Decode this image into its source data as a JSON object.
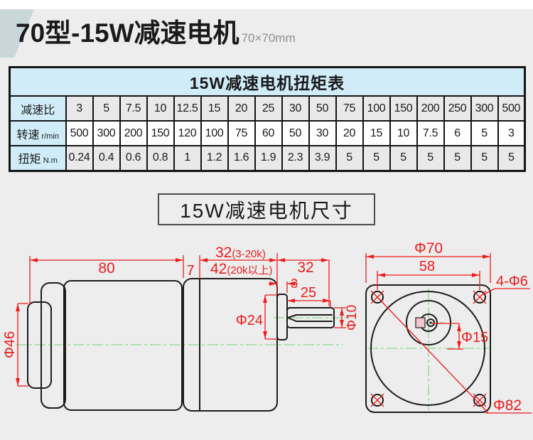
{
  "page": {
    "title": "70型-15W减速电机",
    "size_label": "70×70mm"
  },
  "torque_table": {
    "title": "15W减速电机扭矩表",
    "rows": [
      {
        "label": "减速比",
        "unit": "",
        "values": [
          "3",
          "5",
          "7.5",
          "10",
          "12.5",
          "15",
          "20",
          "25",
          "30",
          "50",
          "75",
          "100",
          "150",
          "200",
          "250",
          "300",
          "500"
        ]
      },
      {
        "label": "转速",
        "unit": "r/min",
        "values": [
          "500",
          "300",
          "200",
          "150",
          "120",
          "100",
          "75",
          "60",
          "50",
          "30",
          "20",
          "15",
          "10",
          "7.5",
          "6",
          "5",
          "3"
        ]
      },
      {
        "label": "扭矩",
        "unit": "N.m",
        "values": [
          "0.24",
          "0.4",
          "0.6",
          "0.8",
          "1",
          "1.2",
          "1.6",
          "1.9",
          "2.3",
          "3.9",
          "5",
          "5",
          "5",
          "5",
          "5",
          "5",
          "5"
        ]
      }
    ]
  },
  "dimensions_section": {
    "title": "15W减速电机尺寸"
  },
  "drawing": {
    "side_view": {
      "body_length": "80",
      "flange_width": "7",
      "gearbox_short": {
        "value": "32",
        "note": "(3-20k)"
      },
      "gearbox_long": {
        "value": "42",
        "note": "(20k以上)"
      },
      "front_length": "32",
      "boss_step": "3",
      "shaft_length": "25",
      "boss_diameter": "Φ24",
      "shaft_diameter": "Φ10",
      "rear_diameter": "Φ46"
    },
    "front_view": {
      "flange_diameter": "Φ70",
      "hole_pitch": "58",
      "mount_holes": "4-Φ6",
      "pilot_diameter": "Φ15",
      "diagonal_diameter": "Φ82"
    }
  },
  "colors": {
    "accent": "#c9d7da",
    "table_header_blue": "#d0ecf9",
    "row_shade_gray": "#e9e9e9",
    "dimension_red": "#ee1c1c",
    "centerline_green": "#9ddb9d",
    "outline_black": "#1c1c1c"
  }
}
